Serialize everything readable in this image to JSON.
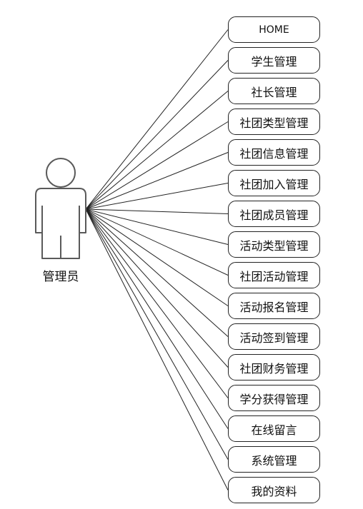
{
  "actor": {
    "label": "管理员",
    "icon": "person-icon",
    "stroke_color": "#5a5a5a"
  },
  "line_color": "#222222",
  "use_cases": [
    "HOME",
    "学生管理",
    "社长管理",
    "社团类型管理",
    "社团信息管理",
    "社团加入管理",
    "社团成员管理",
    "活动类型管理",
    "社团活动管理",
    "活动报名管理",
    "活动签到管理",
    "社团财务管理",
    "学分获得管理",
    "在线留言",
    "系统管理",
    "我的资料"
  ]
}
